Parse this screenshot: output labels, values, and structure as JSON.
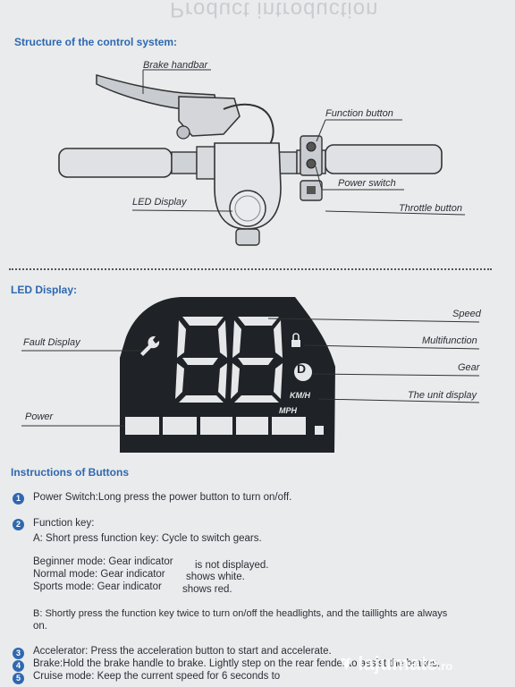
{
  "header": {
    "mirrored_text": "Product introduction"
  },
  "structure": {
    "title": "Structure of the control system:",
    "labels": {
      "brake_handbar": "Brake handbar",
      "function_button": "Function button",
      "power_switch": "Power switch",
      "led_display": "LED Display",
      "throttle_button": "Throttle button"
    }
  },
  "led_display": {
    "title": "LED Display:",
    "labels": {
      "speed": "Speed",
      "fault_display": "Fault Display",
      "multifunction": "Multifunction",
      "gear": "Gear",
      "unit_display": "The unit display",
      "power": "Power"
    },
    "units": {
      "kmh": "KM/H",
      "mph": "MPH"
    },
    "gear_letter": "D"
  },
  "instructions": {
    "title": "Instructions of Buttons",
    "items": [
      {
        "num": "1",
        "text": "Power Switch:Long press the power button to turn on/off."
      },
      {
        "num": "2",
        "text": "Function key:"
      },
      {
        "num": "3",
        "text": "Accelerator: Press the acceleration button to start and accelerate."
      },
      {
        "num": "4",
        "text": "Brake:Hold the brake handle to brake. Lightly step on the rear fender to assist the brakes."
      },
      {
        "num": "5",
        "text": "Cruise mode: Keep the current speed for 6 seconds to"
      }
    ],
    "function_a": "A: Short press function key: Cycle to switch gears.",
    "modes": [
      {
        "mode": "Beginner mode: Gear indicator",
        "state": "is not displayed."
      },
      {
        "mode": "Normal mode: Gear indicator",
        "state": "shows white."
      },
      {
        "mode": "Sports mode: Gear indicator",
        "state": "shows red."
      }
    ],
    "function_b_line1": "B: Shortly press the function key twice to turn on/off the headlights, and the taillights are always",
    "function_b_line2": "on."
  },
  "watermark": {
    "name": "lajumate",
    "tld": ".ro"
  }
}
